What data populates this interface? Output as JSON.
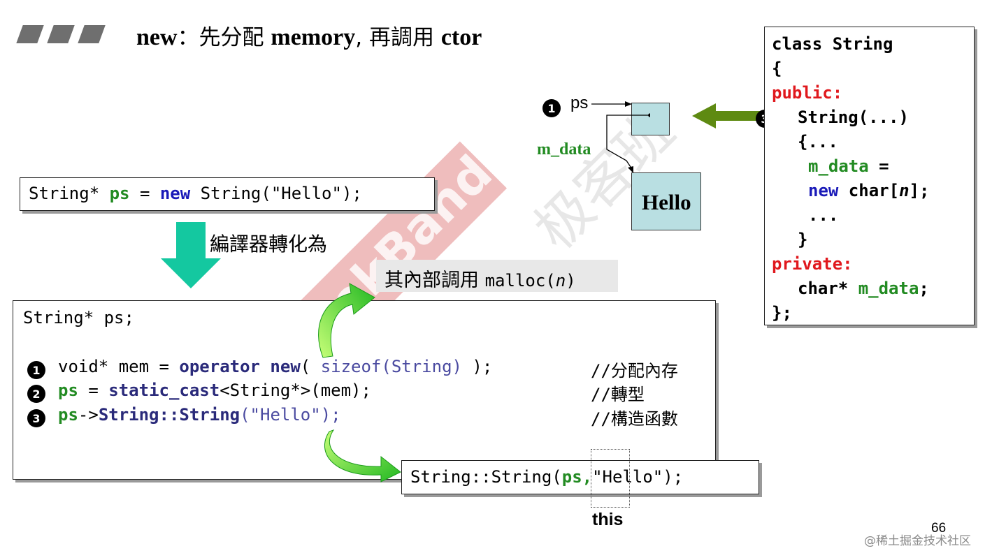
{
  "title": {
    "part1": "new",
    "part2": "：先分配 ",
    "part3": "memory",
    "part4": ", 再調用 ",
    "part5": "ctor"
  },
  "stmt": {
    "p1": "String* ",
    "p2": "ps",
    "p3": " = ",
    "p4": "new",
    "p5": " String(\"Hello\");"
  },
  "compiler_label": "編譯器轉化為",
  "malloc_label": {
    "text": "其內部調用 ",
    "code": "malloc(",
    "n": "n",
    "close": ")"
  },
  "code": {
    "line0": "String* ps;",
    "line1": {
      "a": "void* mem = ",
      "b": "operator new",
      "c": "( ",
      "d": "sizeof(String)",
      "e": " );",
      "comment": "//分配內存"
    },
    "line2": {
      "a": "ps",
      "b": " = ",
      "c": "static_cast",
      "d": "<String*>(mem);",
      "comment": "//轉型"
    },
    "line3": {
      "a": "ps",
      "b": "->",
      "c": "String::String",
      "d": "(\"Hello\");",
      "comment": "//構造函數"
    }
  },
  "ctor_call": {
    "a": "String::String(",
    "b": "ps,",
    "c": "\"Hello\");"
  },
  "this_label": "this",
  "diagram": {
    "ps_label": "ps",
    "mdata_label": "m_data",
    "hello_label": "Hello"
  },
  "bullets": [
    "1",
    "2",
    "3"
  ],
  "class_code": {
    "l1": "class String",
    "l2": "{",
    "l3": "public:",
    "l4": "String(...)",
    "l5": "{...",
    "l6": "m_data",
    "l6b": " =",
    "l7a": "new",
    "l7b": " char[",
    "l7n": "n",
    "l7c": "];",
    "l8": "...",
    "l9": "}",
    "l10": "private:",
    "l11a": "char* ",
    "l11b": "m_data",
    "l11c": ";",
    "l12": "};"
  },
  "page_number": "66",
  "footer_credit": "@稀土掘金技术社区",
  "watermark": {
    "text1": "GeekBand",
    "text2": "极客班"
  },
  "colors": {
    "keyword_green": "#228b22",
    "keyword_blue": "#1a1ab8",
    "access_red": "#e0181d",
    "arrow_teal": "#14c8a0",
    "cell_fill": "#b9dfe2"
  }
}
